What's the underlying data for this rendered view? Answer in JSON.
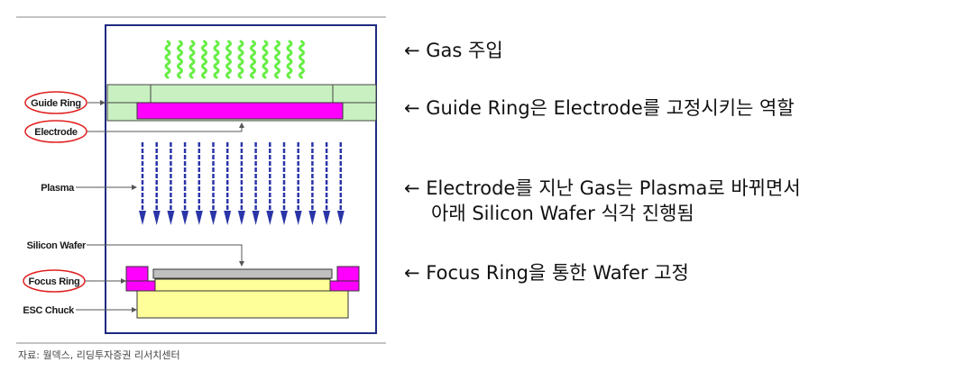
{
  "diagram": {
    "labels": {
      "guide_ring": "Guide Ring",
      "electrode": "Electrode",
      "plasma": "Plasma",
      "silicon_wafer": "Silicon Wafer",
      "focus_ring": "Focus Ring",
      "esc_chuck": "ESC Chuck"
    },
    "source": "자료: 월덱스, 리딩투자증권 리서치센터"
  },
  "notes": [
    {
      "text": "← Gas 주입"
    },
    {
      "text": "← Guide Ring은 Electrode를 고정시키는 역할"
    },
    {
      "text": "← Electrode를 지난 Gas는 Plasma로 바뀌면서"
    },
    {
      "text": "아래 Silicon Wafer 식각 진행됨"
    },
    {
      "text": "← Focus Ring을 통한 Wafer 고정"
    }
  ],
  "colors": {
    "magenta": "#ff00ff",
    "chamber_border": "#1f2a80",
    "plasma_arrow": "#2a35a8",
    "gas_wave": "#66ee44",
    "guide_ring": "#c8f0c0",
    "chuck": "#ffff99",
    "wafer": "#c0c0c0",
    "highlight_ellipse": "#e02020"
  }
}
